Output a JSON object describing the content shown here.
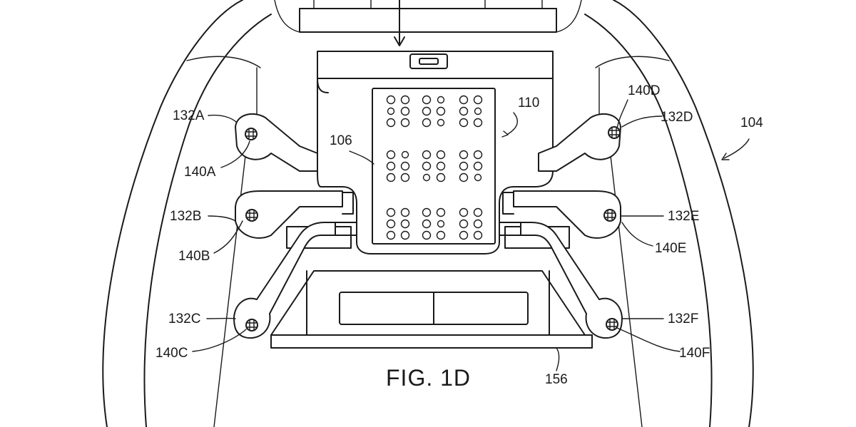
{
  "figure": {
    "caption": "FIG. 1D",
    "labels": {
      "l104": "104",
      "l106": "106",
      "l110": "110",
      "l132A": "132A",
      "l132B": "132B",
      "l132C": "132C",
      "l132D": "132D",
      "l132E": "132E",
      "l132F": "132F",
      "l140A": "140A",
      "l140B": "140B",
      "l140C": "140C",
      "l140D": "140D",
      "l140E": "140E",
      "l140F": "140F",
      "l156": "156"
    }
  }
}
